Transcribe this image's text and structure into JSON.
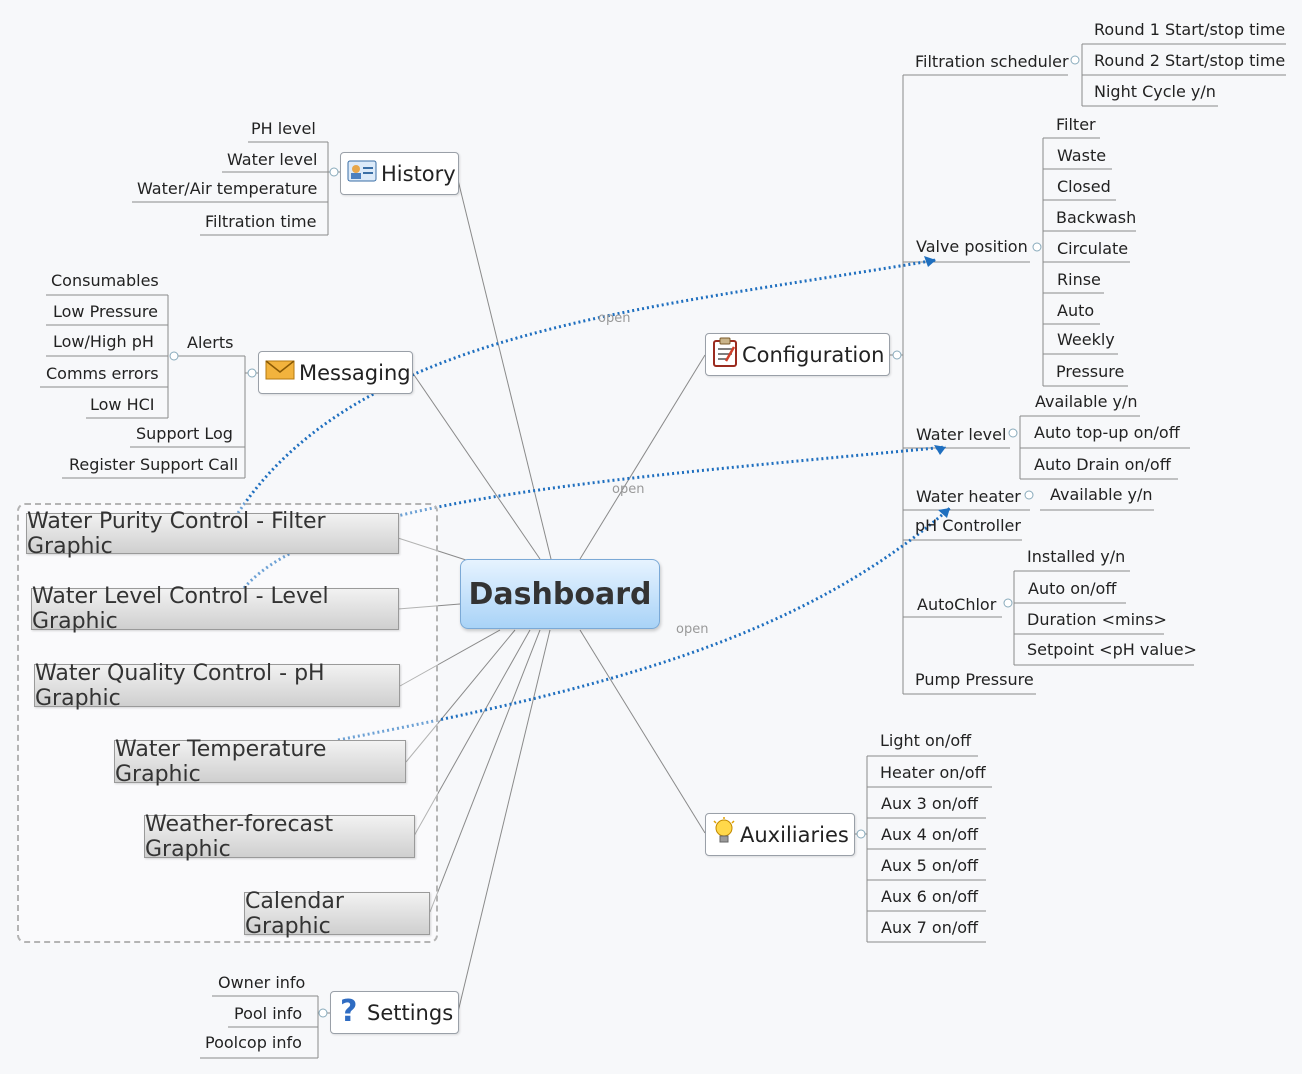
{
  "center": {
    "label": "Dashboard"
  },
  "history": {
    "label": "History",
    "items": [
      "PH level",
      "Water level",
      "Water/Air temperature",
      "Filtration time"
    ]
  },
  "messaging": {
    "label": "Messaging",
    "alerts": {
      "label": "Alerts",
      "items": [
        "Consumables",
        "Low Pressure",
        "Low/High pH",
        "Comms errors",
        "Low HCI"
      ]
    },
    "items": [
      "Support Log",
      "Register Support Call"
    ]
  },
  "graphics": [
    "Water Purity Control - Filter Graphic",
    "Water Level Control - Level Graphic",
    "Water Quality Control - pH Graphic",
    "Water Temperature Graphic",
    "Weather-forecast Graphic",
    "Calendar Graphic"
  ],
  "settings": {
    "label": "Settings",
    "items": [
      "Owner info",
      "Pool info",
      "Poolcop info"
    ]
  },
  "configuration": {
    "label": "Configuration",
    "filtration": {
      "label": "Filtration scheduler",
      "items": [
        "Round 1 Start/stop time",
        "Round 2 Start/stop time",
        "Night Cycle y/n"
      ]
    },
    "valve": {
      "label": "Valve position",
      "items": [
        "Filter",
        "Waste",
        "Closed",
        "Backwash",
        "Circulate",
        "Rinse",
        "Auto",
        "Weekly",
        "Pressure"
      ]
    },
    "water_level": {
      "label": "Water level",
      "items": [
        "Available y/n",
        "Auto top-up on/off",
        "Auto Drain on/off"
      ]
    },
    "water_heater": {
      "label": "Water heater",
      "items": [
        "Available y/n"
      ]
    },
    "ph_controller": {
      "label": "pH Controller"
    },
    "autochlor": {
      "label": "AutoChlor",
      "items": [
        "Installed y/n",
        "Auto on/off",
        "Duration <mins>",
        "Setpoint <pH value>"
      ]
    },
    "pump": {
      "label": "Pump Pressure"
    }
  },
  "auxiliaries": {
    "label": "Auxiliaries",
    "items": [
      "Light on/off",
      "Heater on/off",
      "Aux 3 on/off",
      "Aux 4 on/off",
      "Aux 5 on/off",
      "Aux 6 on/off",
      "Aux 7 on/off"
    ]
  },
  "relations": {
    "open1": "open",
    "open2": "open",
    "open3": "open"
  },
  "colors": {
    "center_top": "#e6f3ff",
    "center_bottom": "#a9d3f7",
    "relation": "#1f6fbf",
    "line": "#8a8a8a"
  }
}
